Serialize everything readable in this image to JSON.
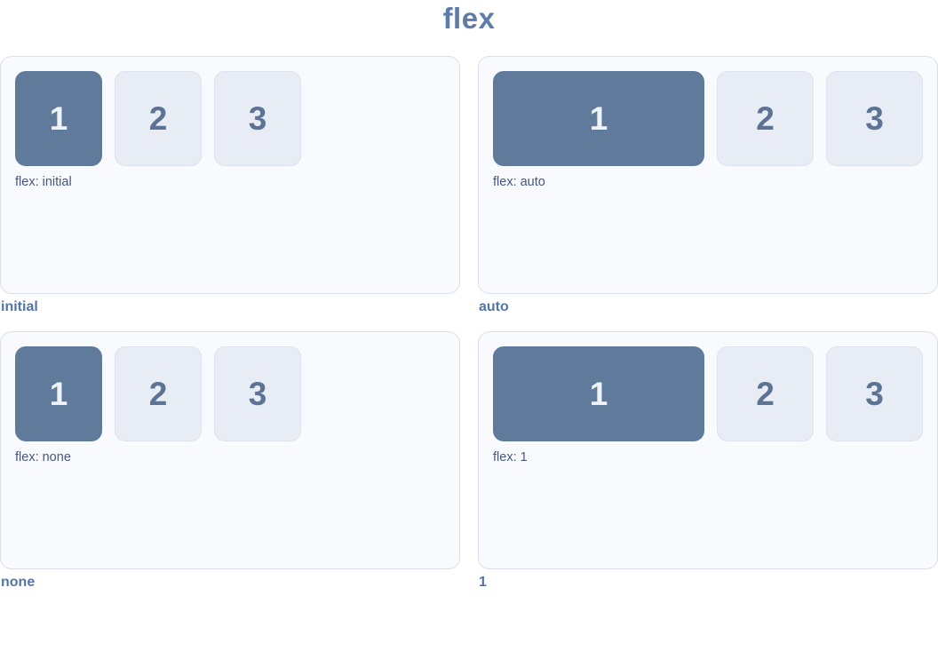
{
  "title": "flex",
  "colors": {
    "accent_box": "#5f7a9b",
    "muted_box": "#e8edf5",
    "panel_background": "#f8fafd",
    "panel_border": "#d9dfeb",
    "title_text": "#5d7ca8",
    "caption_text": "#5476a7",
    "property_label_text": "#47587e",
    "muted_box_text": "#5d7393",
    "accent_box_text": "#eff3f8"
  },
  "panels": [
    {
      "caption": "initial",
      "label": "flex: initial",
      "boxes": [
        "1",
        "2",
        "3"
      ],
      "highlighted_box": "1",
      "behavior": "fixed"
    },
    {
      "caption": "auto",
      "label": "flex: auto",
      "boxes": [
        "1",
        "2",
        "3"
      ],
      "highlighted_box": "1",
      "behavior": "grow"
    },
    {
      "caption": "none",
      "label": "flex: none",
      "boxes": [
        "1",
        "2",
        "3"
      ],
      "highlighted_box": "1",
      "behavior": "fixed"
    },
    {
      "caption": "1",
      "label": "flex: 1",
      "boxes": [
        "1",
        "2",
        "3"
      ],
      "highlighted_box": "1",
      "behavior": "grow"
    }
  ]
}
